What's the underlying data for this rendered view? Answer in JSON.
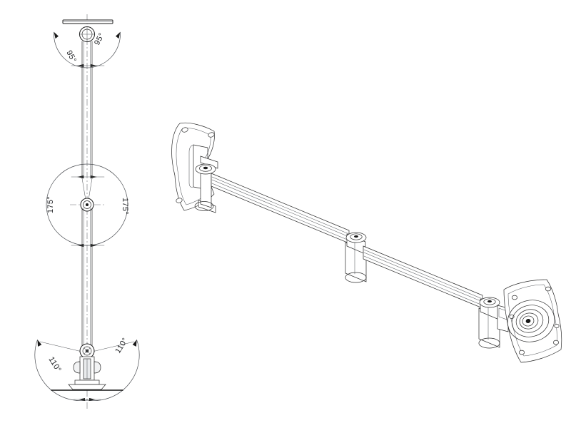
{
  "drawing": {
    "title": "Monitor Arm Articulation Diagram",
    "type": "technical-line-drawing",
    "background_color": "#ffffff",
    "line_color": "#1a1a1a",
    "views": [
      {
        "name": "side-elevation",
        "label": "left-view",
        "description": "Side elevation of telescoping arm column showing three articulating joints with angular travel arcs"
      },
      {
        "name": "isometric-assembly",
        "label": "right-view",
        "description": "Isometric view of extended monitor arm with wall plate and VESA monitor plate"
      }
    ],
    "angle_callouts": [
      {
        "id": "top-left",
        "value": "95°",
        "joint": "top-pivot",
        "side": "left"
      },
      {
        "id": "top-right",
        "value": "95°",
        "joint": "top-pivot",
        "side": "right"
      },
      {
        "id": "mid-left",
        "value": "175°",
        "joint": "middle-pivot",
        "side": "left"
      },
      {
        "id": "mid-right",
        "value": "175°",
        "joint": "middle-pivot",
        "side": "right"
      },
      {
        "id": "bottom-left",
        "value": "110°",
        "joint": "base-pivot",
        "side": "left"
      },
      {
        "id": "bottom-right",
        "value": "110°",
        "joint": "base-pivot",
        "side": "right"
      }
    ],
    "components": [
      {
        "name": "top-mounting-plate",
        "view": "side-elevation"
      },
      {
        "name": "top-pivot-joint",
        "view": "side-elevation"
      },
      {
        "name": "vertical-arm-shaft",
        "view": "side-elevation"
      },
      {
        "name": "middle-pivot-joint",
        "view": "side-elevation"
      },
      {
        "name": "base-pivot-joint",
        "view": "side-elevation"
      },
      {
        "name": "base-mounting-plate",
        "view": "side-elevation"
      },
      {
        "name": "vesa-wall-plate",
        "view": "isometric-assembly"
      },
      {
        "name": "shoulder-joint",
        "view": "isometric-assembly"
      },
      {
        "name": "upper-arm-tube",
        "view": "isometric-assembly"
      },
      {
        "name": "elbow-joint",
        "view": "isometric-assembly"
      },
      {
        "name": "forearm-tube",
        "view": "isometric-assembly"
      },
      {
        "name": "wrist-joint",
        "view": "isometric-assembly"
      },
      {
        "name": "vesa-monitor-plate",
        "view": "isometric-assembly"
      }
    ]
  }
}
